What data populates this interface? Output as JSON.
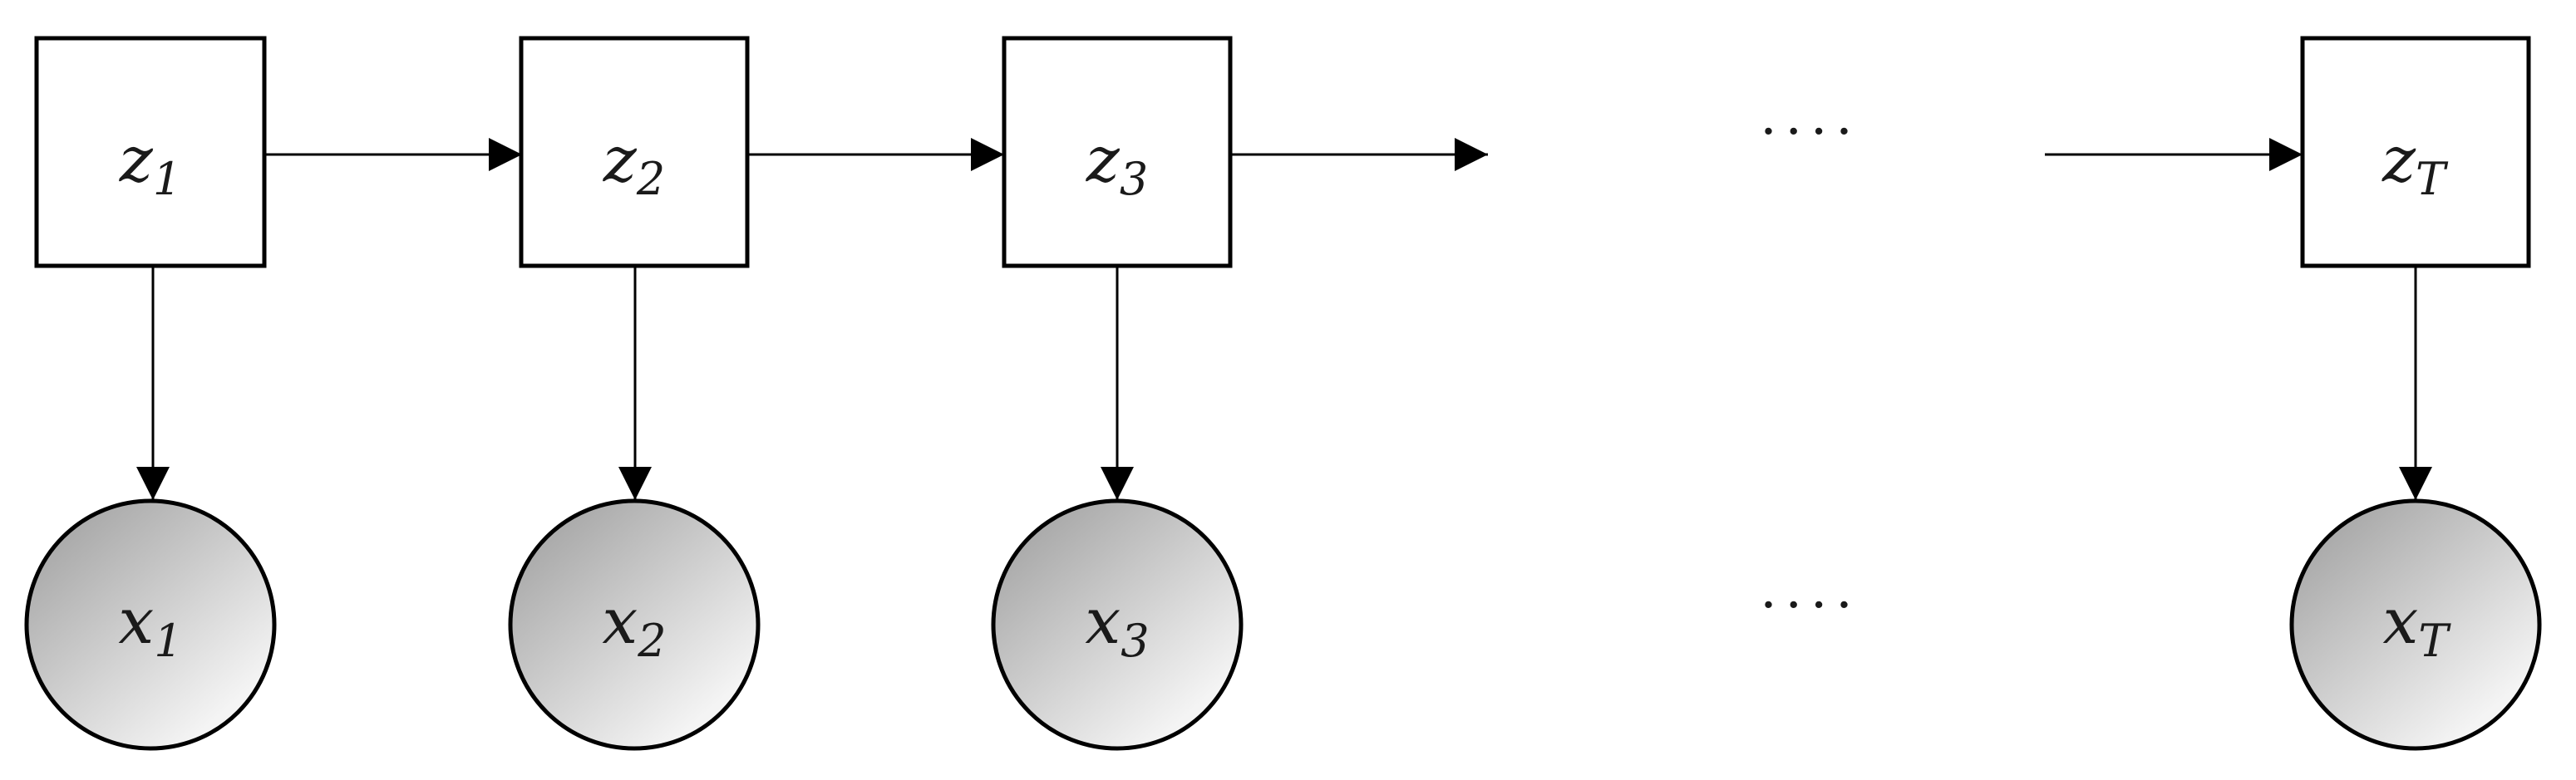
{
  "latent_nodes": [
    {
      "base": "z",
      "sub": "1"
    },
    {
      "base": "z",
      "sub": "2"
    },
    {
      "base": "z",
      "sub": "3"
    },
    {
      "base": "z",
      "sub": "T"
    }
  ],
  "observed_nodes": [
    {
      "base": "x",
      "sub": "1"
    },
    {
      "base": "x",
      "sub": "2"
    },
    {
      "base": "x",
      "sub": "3"
    },
    {
      "base": "x",
      "sub": "T"
    }
  ],
  "ellipsis": "····",
  "colors": {
    "stroke": "#000000",
    "latent_fill": "#ffffff",
    "observed_gradient_light": "#f4f4f4",
    "observed_gradient_dark": "#a8a8a8"
  }
}
